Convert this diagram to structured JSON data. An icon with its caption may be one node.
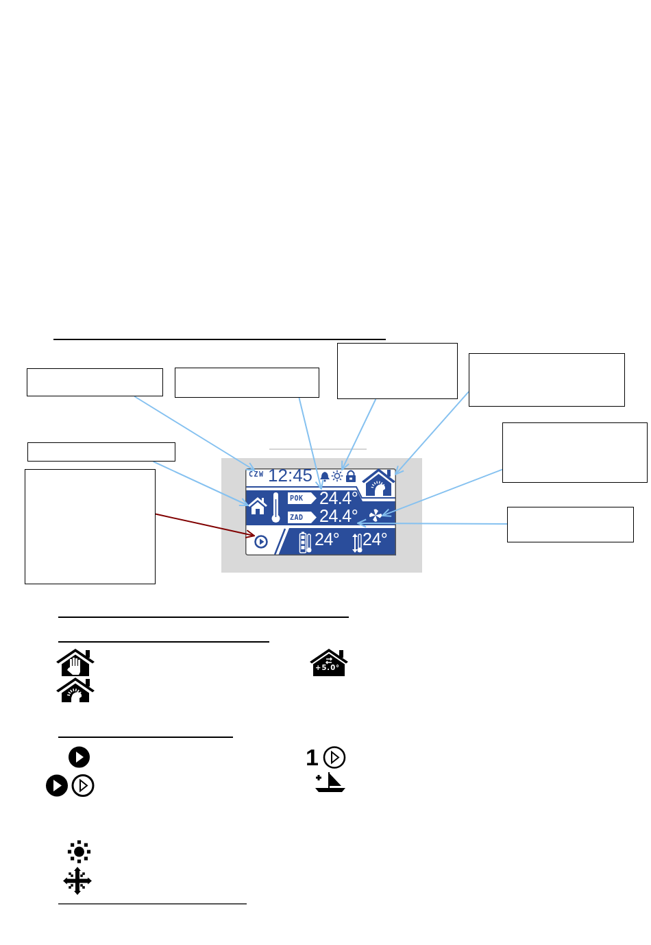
{
  "diagram": {
    "nodes": [
      {
        "text": [],
        "shape": "box"
      },
      {
        "text": [],
        "shape": "box"
      },
      {
        "text": [],
        "shape": "box"
      },
      {
        "text": [],
        "shape": "box"
      },
      {
        "text": [],
        "shape": "box"
      },
      {
        "text": [],
        "shape": "box"
      },
      {
        "text": [],
        "shape": "box"
      },
      {
        "text": [],
        "shape": "box"
      },
      {
        "text": [],
        "shape": "picture"
      },
      {
        "text": [
          "CZW"
        ],
        "in": 8
      },
      {
        "text": [],
        "shape": "picture",
        "in": 8
      },
      {
        "text": [],
        "shape": "picture",
        "in": 8
      },
      {
        "text": [],
        "shape": "picture",
        "in": 8
      },
      {
        "text": [
          "POK"
        ],
        "in": 8
      },
      {
        "text": [
          "24.4°"
        ],
        "in": 8
      },
      {
        "text": [],
        "shape": "picture",
        "in": 8
      },
      {
        "text": [
          "ZAD"
        ],
        "in": 8
      },
      {
        "text": [
          "24.4°"
        ],
        "in": 8
      },
      {
        "text": [],
        "shape": "picture",
        "in": 8
      }
    ],
    "edges": [
      {
        "from": 0,
        "to": 9,
        "arrow": "to"
      },
      {
        "from": 1,
        "to": 14,
        "arrow": "to"
      },
      {
        "from": 2,
        "to": 10,
        "arrow": "to"
      },
      {
        "from": 3,
        "to": 11,
        "arrow": "to"
      },
      {
        "from": 4,
        "to": 15,
        "arrow": "to"
      },
      {
        "from": 5,
        "to": 12,
        "arrow": "to"
      },
      {
        "from": 6,
        "to": 18,
        "arrow": "to",
        "color": "#800000"
      },
      {
        "from": 7,
        "to": 17,
        "arrow": "to"
      }
    ],
    "labels": [
      "12:45",
      "24°",
      "24°",
      "+5.0°",
      "1"
    ]
  }
}
